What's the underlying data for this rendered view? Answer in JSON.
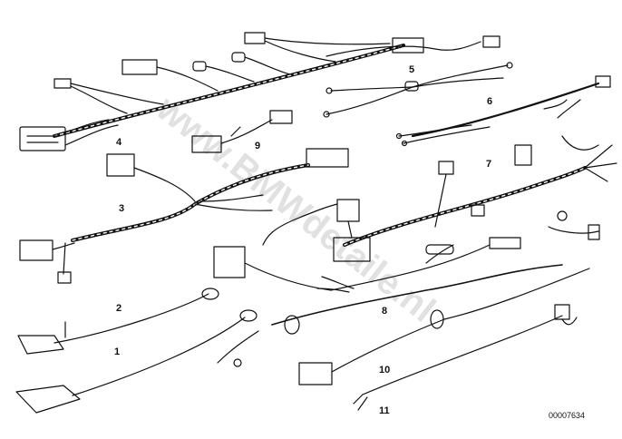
{
  "diagram": {
    "parts": [
      "1",
      "2",
      "3",
      "4",
      "5",
      "6",
      "7",
      "8",
      "9",
      "10",
      "11"
    ],
    "reference": "00007634",
    "watermark": "www.BMWdetaile.nl"
  }
}
